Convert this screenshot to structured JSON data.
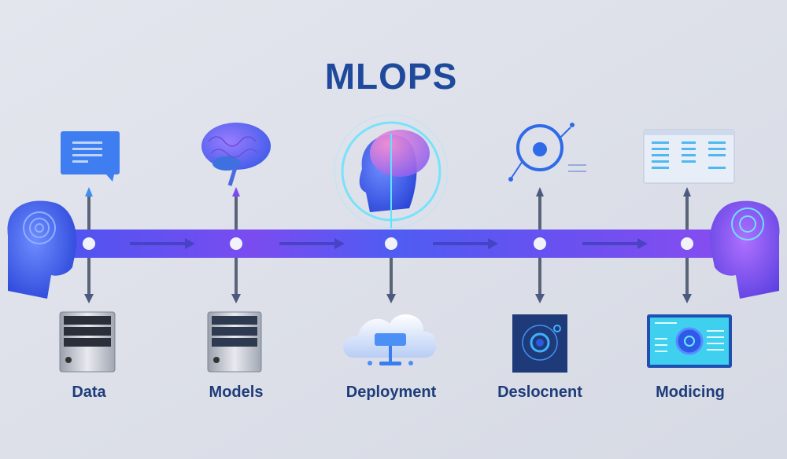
{
  "title": "MLOPS",
  "stages": [
    {
      "label": "Data",
      "top_icon": "chat-document-icon",
      "bottom_icon": "server-icon"
    },
    {
      "label": "Models",
      "top_icon": "brain-icon",
      "bottom_icon": "server-icon"
    },
    {
      "label": "Deployment",
      "top_icon": "head-brain-icon",
      "bottom_icon": "cloud-network-icon"
    },
    {
      "label": "Deslocnent",
      "top_icon": "target-node-icon",
      "bottom_icon": "radar-panel-icon"
    },
    {
      "label": "Modicing",
      "top_icon": "dashboard-window-icon",
      "bottom_icon": "monitor-icon"
    }
  ],
  "colors": {
    "band_start": "#4f4ff0",
    "band_mid": "#7a4cf0",
    "band_end": "#5b55f2",
    "label": "#1f3c7a",
    "title": "#1f4a9c"
  }
}
